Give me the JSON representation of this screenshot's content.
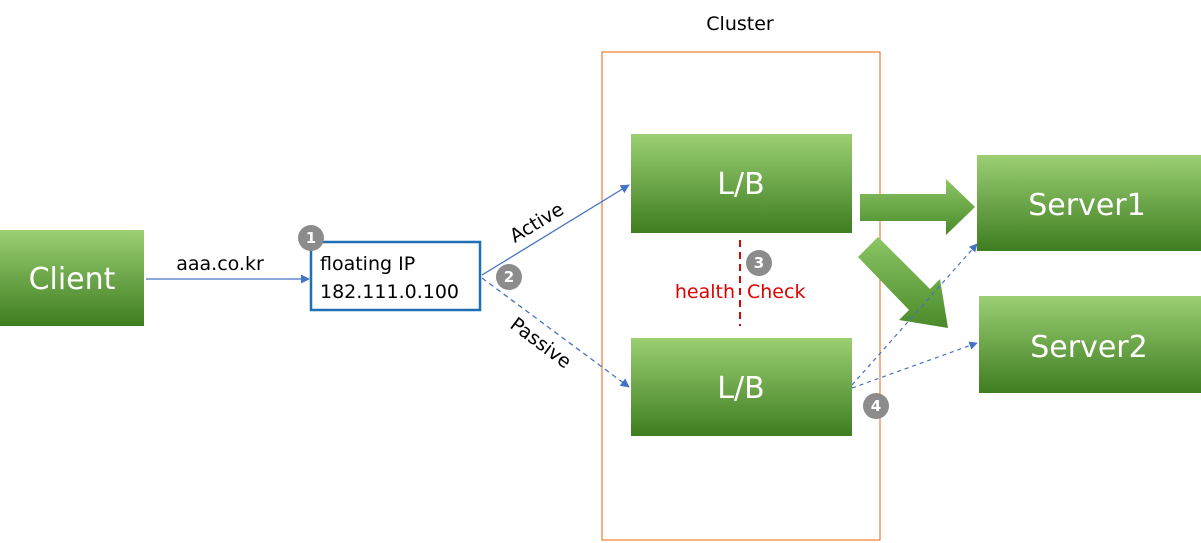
{
  "cluster": {
    "title": "Cluster"
  },
  "client": {
    "label": "Client"
  },
  "floating_ip": {
    "line1": "floating IP",
    "line2": "182.111.0.100"
  },
  "load_balancers": {
    "active": "L/B",
    "passive": "L/B"
  },
  "servers": {
    "server1": "Server1",
    "server2": "Server2"
  },
  "edges": {
    "client_to_ip": "aaa.co.kr",
    "active": "Active",
    "passive": "Passive"
  },
  "health_check": {
    "left": "health",
    "right": "Check"
  },
  "badges": {
    "b1": "1",
    "b2": "2",
    "b3": "3",
    "b4": "4"
  },
  "colors": {
    "box_top": "#9ccf74",
    "box_bottom": "#3e7d20",
    "connector": "#4472c4",
    "floating_ip_border": "#1f6fb5",
    "cluster_border": "#ed7d31",
    "health_check": "#e00000",
    "badge": "#8c8c8c"
  }
}
